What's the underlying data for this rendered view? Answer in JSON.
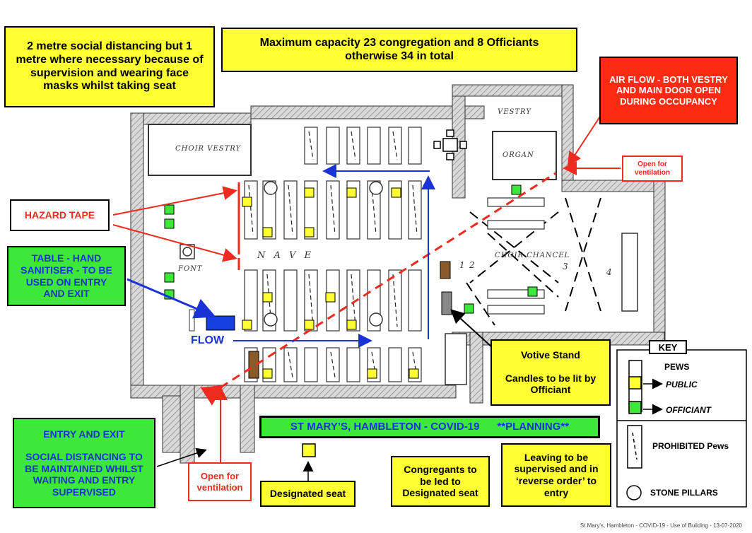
{
  "notes": {
    "distancing": "2 metre social distancing but 1 metre where necessary because of supervision and wearing face masks whilst taking seat",
    "capacity_line1": "Maximum capacity 23 congregation and 8 Officiants",
    "capacity_line2": "otherwise 34 in total",
    "airflow": "AIR FLOW - BOTH VESTRY AND MAIN DOOR OPEN DURING OCCUPANCY",
    "open_vent_top": "Open for ventilation",
    "open_vent_bottom": "Open for ventilation",
    "hazard_tape": "HAZARD TAPE",
    "sanitiser": "TABLE - HAND SANITISER  - TO BE USED ON ENTRY AND EXIT",
    "flow": "FLOW",
    "entry_exit_1": "ENTRY AND EXIT",
    "entry_exit_2": "SOCIAL DISTANCING TO BE MAINTAINED WHILST WAITING AND ENTRY SUPERVISED",
    "title": "ST MARY’S, HAMBLETON - COVID-19      **PLANNING**",
    "designated_seat": "Designated seat",
    "congregants": "Congregants to be led to Designated seat",
    "leaving": "Leaving to be supervised and in ‘reverse order’ to entry",
    "votive_1": "Votive Stand",
    "votive_2": "Candles to be lit by Officiant"
  },
  "plan_labels": {
    "choir_vestry": "CHOIR VESTRY",
    "vestry": "VESTRY",
    "organ": "ORGAN",
    "nave": "N A V E",
    "font": "FONT",
    "choir_chancel": "CHOIR  CHANCEL",
    "num_1": "1",
    "num_2": "2",
    "num_3": "3",
    "num_4": "4"
  },
  "key": {
    "title": "KEY",
    "pews": "PEWS",
    "public": "PUBLIC",
    "officiant": "OFFICIANT",
    "prohibited": "PROHIBITED Pews",
    "pillars": "STONE PILLARS"
  },
  "footer": "St Mary's, Hambleton - COVID-19 - Use of Building - 13-07-2020",
  "colors": {
    "public_seat": "#fefe33",
    "officiant_seat": "#3ee83a",
    "hazard": "#ee2b1e",
    "flow_arrow": "#1a33d6",
    "sanitiser_table": "#1740e0",
    "votive_stand": "#8a5a2b"
  }
}
